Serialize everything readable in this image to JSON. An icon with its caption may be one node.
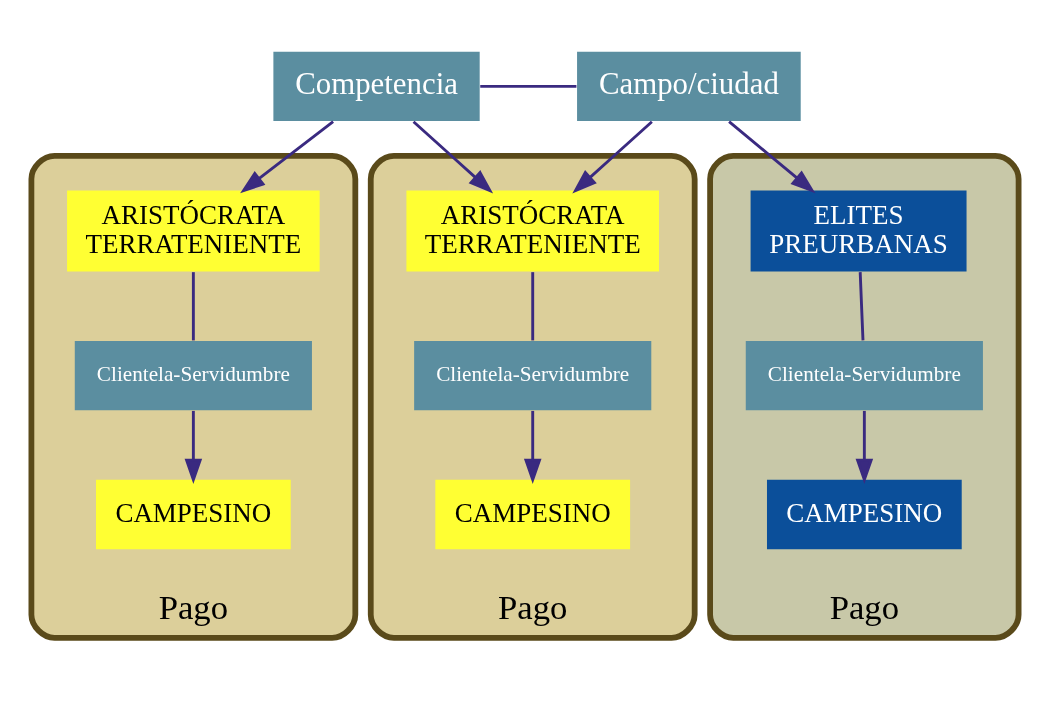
{
  "diagram": {
    "nodes": [
      {
        "text": [
          "Competencia"
        ]
      },
      {
        "text": [
          "Campo/ciudad"
        ]
      },
      {
        "text": [
          "Pago"
        ]
      },
      {
        "text": [
          "ARISTÓCRATA TERRATENIENTE"
        ],
        "in": 2
      },
      {
        "text": [
          "Clientela-Servidumbre"
        ],
        "in": 2
      },
      {
        "text": [
          "CAMPESINO"
        ],
        "in": 2
      },
      {
        "text": [
          "Pago"
        ]
      },
      {
        "text": [
          "ARISTÓCRATA TERRATENIENTE"
        ],
        "in": 6
      },
      {
        "text": [
          "Clientela-Servidumbre"
        ],
        "in": 6
      },
      {
        "text": [
          "CAMPESINO"
        ],
        "in": 6
      },
      {
        "text": [
          "Pago"
        ]
      },
      {
        "text": [
          "ELITES PREURBANAS"
        ],
        "in": 10
      },
      {
        "text": [
          "Clientela-Servidumbre"
        ],
        "in": 10
      },
      {
        "text": [
          "CAMPESINO"
        ],
        "in": 10
      }
    ],
    "edges": [
      {
        "from": 0,
        "to": 1,
        "arrow": "none"
      },
      {
        "from": 0,
        "to": 3,
        "arrow": "to"
      },
      {
        "from": 0,
        "to": 7,
        "arrow": "to"
      },
      {
        "from": 1,
        "to": 7,
        "arrow": "to"
      },
      {
        "from": 1,
        "to": 11,
        "arrow": "to"
      },
      {
        "from": 3,
        "to": 4,
        "arrow": "none"
      },
      {
        "from": 4,
        "to": 5,
        "arrow": "to"
      },
      {
        "from": 7,
        "to": 8,
        "arrow": "none"
      },
      {
        "from": 8,
        "to": 9,
        "arrow": "to"
      },
      {
        "from": 11,
        "to": 12,
        "arrow": "none"
      },
      {
        "from": 12,
        "to": 13,
        "arrow": "to"
      }
    ]
  }
}
